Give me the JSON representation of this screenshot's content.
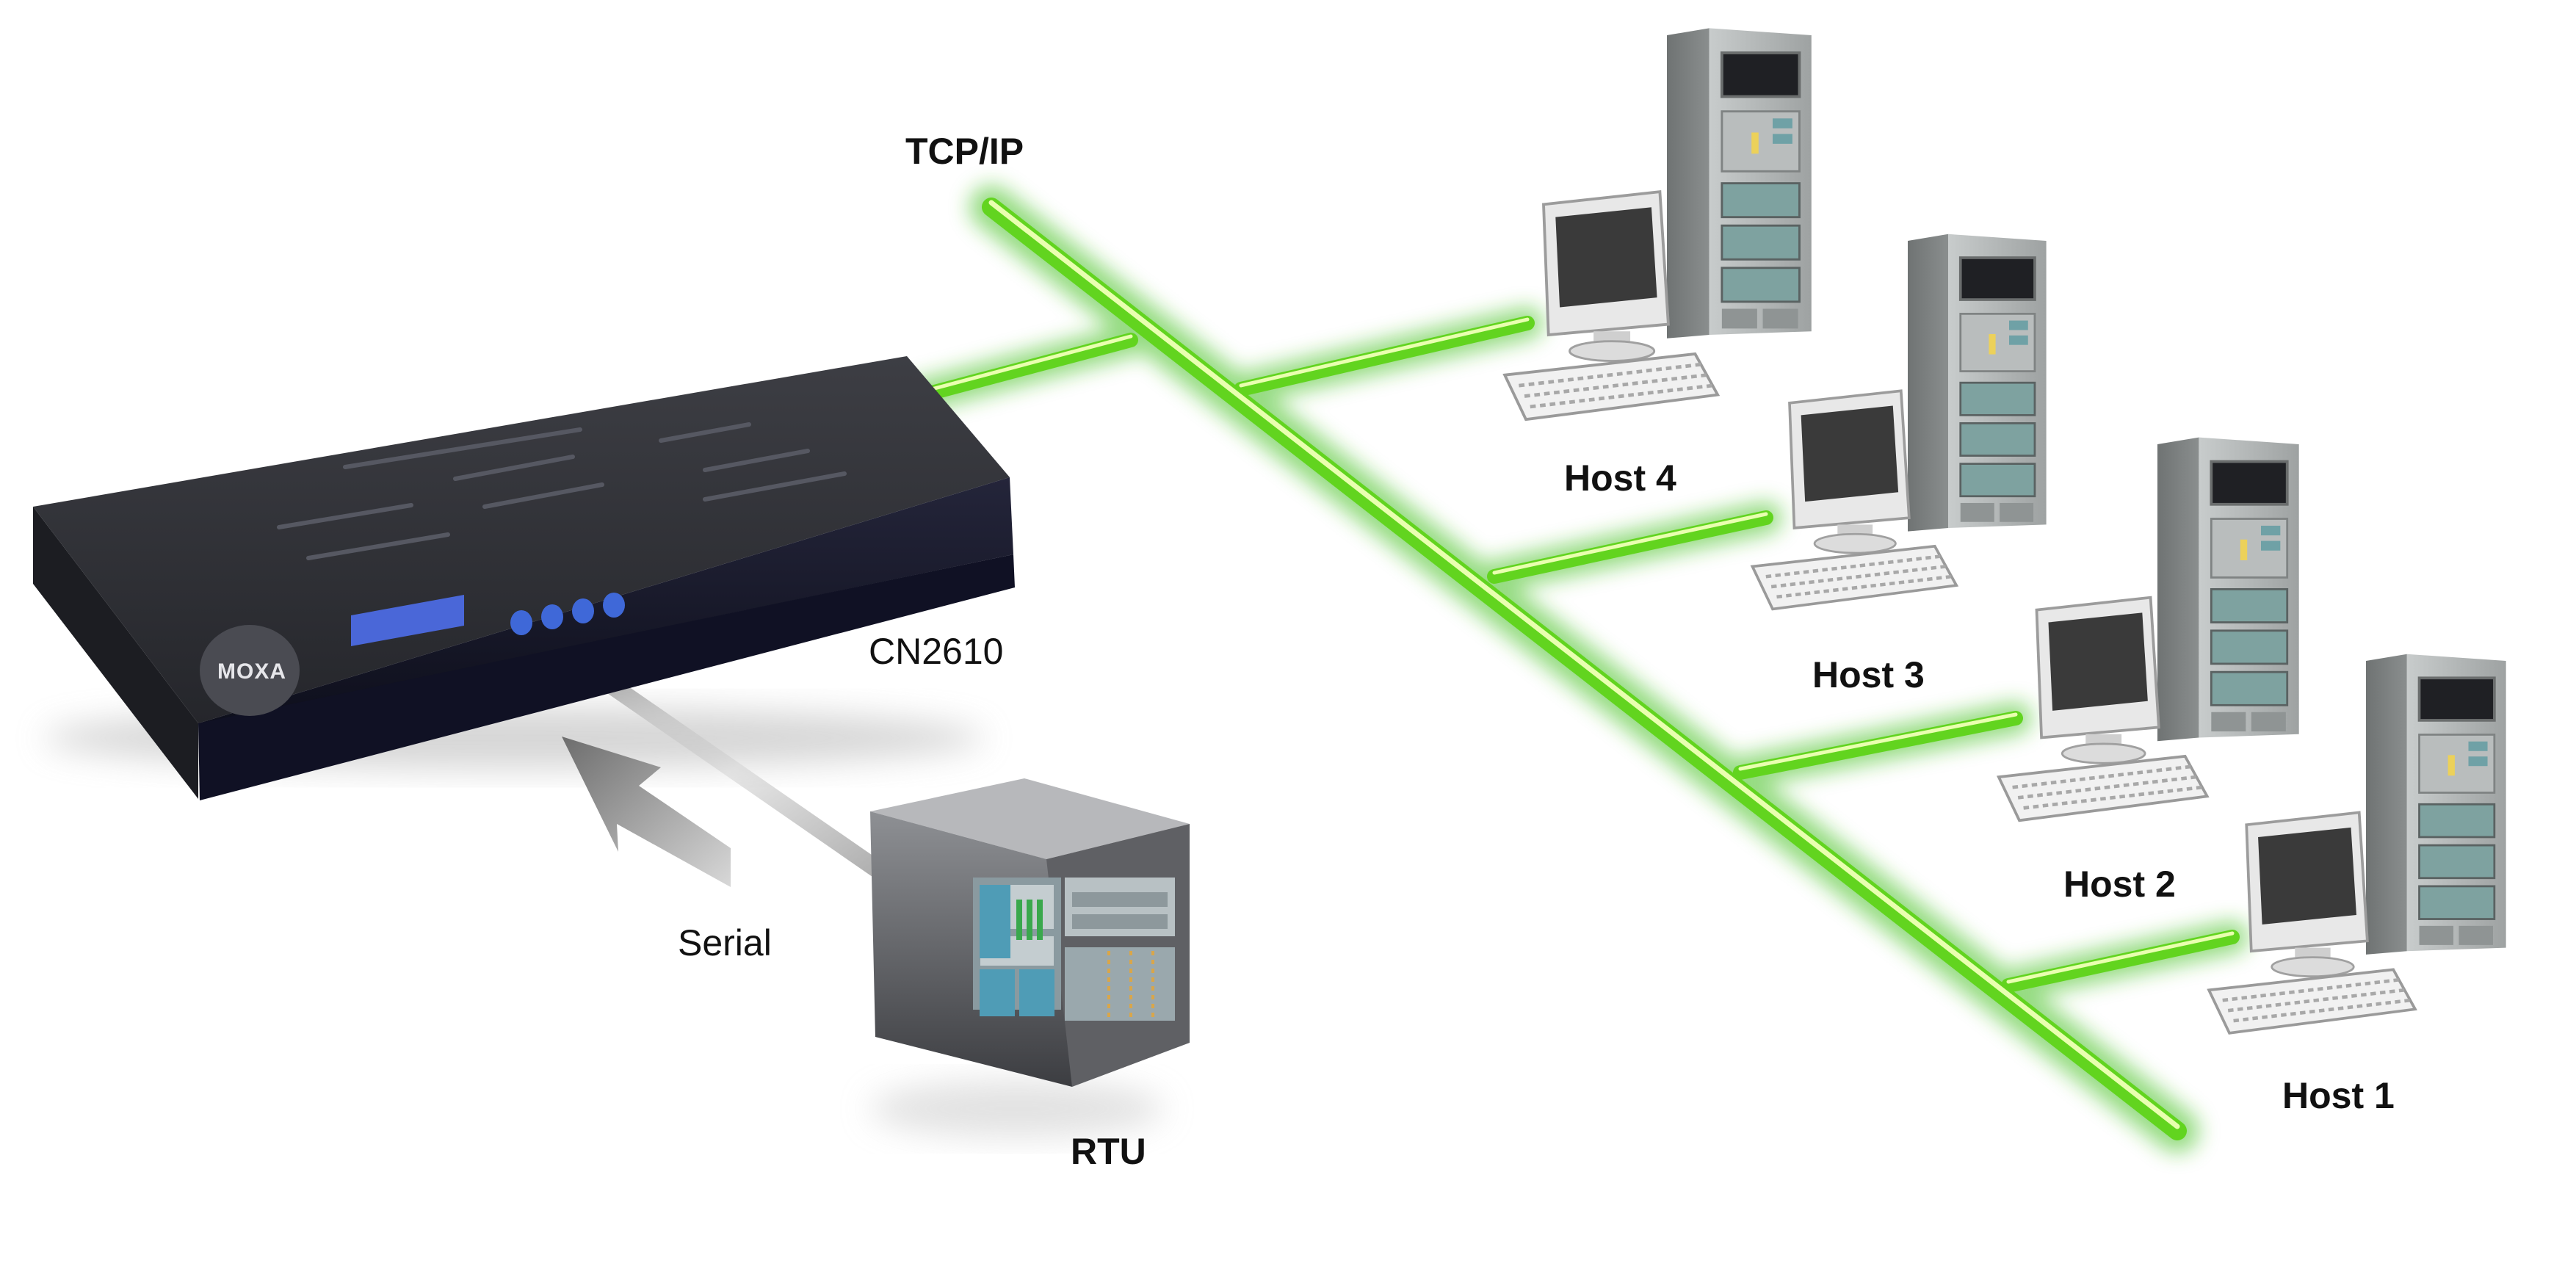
{
  "labels": {
    "network": "TCP/IP",
    "device": "CN2610",
    "serial": "Serial",
    "rtu": "RTU",
    "host4": "Host 4",
    "host3": "Host 3",
    "host2": "Host 2",
    "host1": "Host 1",
    "brand": "MOXA"
  },
  "colors": {
    "network_line": "#66dd22",
    "network_glow": "#3fbf1a",
    "device_body": "#2c2d33",
    "device_front": "#17182a",
    "lcd": "#4a67d8",
    "buttons": "#3f68d8",
    "serial_cable": "#b9b9b9",
    "rtu_panel": "#4f9cb6",
    "tower": "#9fa3a4",
    "monitor_screen": "#3a3a3a"
  },
  "icons": {
    "device": "serial-device-server-icon",
    "rtu": "rtu-cabinet-icon",
    "host": "workstation-icon",
    "arrow": "data-flow-arrow-icon"
  }
}
